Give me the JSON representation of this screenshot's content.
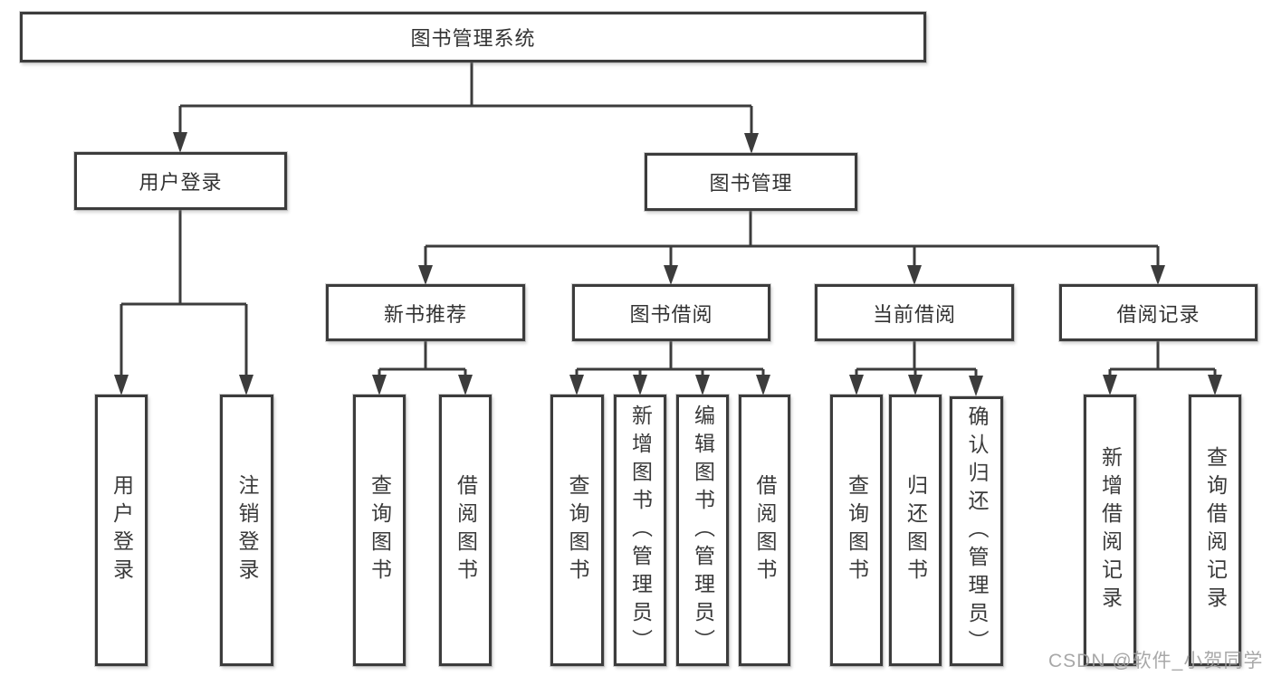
{
  "diagram": {
    "root": {
      "label": "图书管理系统"
    },
    "login_branch": {
      "label": "用户登录",
      "children": [
        {
          "label": "用户登录"
        },
        {
          "label": "注销登录"
        }
      ]
    },
    "mgmt_branch": {
      "label": "图书管理",
      "groups": [
        {
          "label": "新书推荐",
          "children": [
            {
              "label": "查询图书"
            },
            {
              "label": "借阅图书"
            }
          ]
        },
        {
          "label": "图书借阅",
          "children": [
            {
              "label": "查询图书"
            },
            {
              "label": "新增图书（管理员）"
            },
            {
              "label": "编辑图书（管理员）"
            },
            {
              "label": "借阅图书"
            }
          ]
        },
        {
          "label": "当前借阅",
          "children": [
            {
              "label": "查询图书"
            },
            {
              "label": "归还图书"
            },
            {
              "label": "确认归还（管理员）"
            }
          ]
        },
        {
          "label": "借阅记录",
          "children": [
            {
              "label": "新增借阅记录"
            },
            {
              "label": "查询借阅记录"
            }
          ]
        }
      ]
    }
  },
  "watermark": "CSDN @软件_小贺同学",
  "colors": {
    "line": "#3c3c3c",
    "text": "#333333",
    "background": "#ffffff",
    "watermark": "#9e9e9e"
  }
}
